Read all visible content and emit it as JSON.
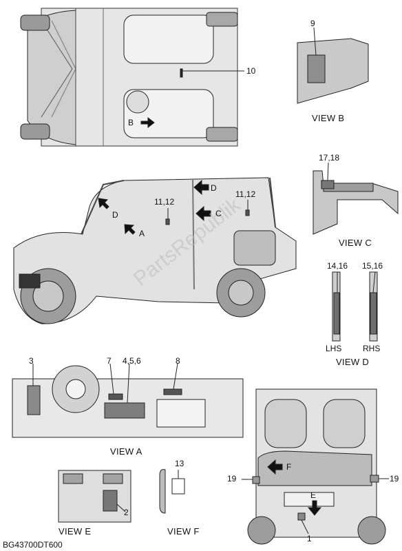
{
  "callouts": {
    "c10": "10",
    "c9": "9",
    "cB": "B",
    "c17_18": "17,18",
    "cD_top": "D",
    "cD_left": "D",
    "c11_12_a": "11,12",
    "c11_12_b": "11,12",
    "cC": "C",
    "cA": "A",
    "c14_16": "14,16",
    "c15_16": "15,16",
    "c3": "3",
    "c7": "7",
    "c4_5_6": "4,5,6",
    "c8": "8",
    "c13": "13",
    "c2": "2",
    "c19_left": "19",
    "c19_right": "19",
    "cF": "F",
    "cE": "E",
    "c1": "1"
  },
  "views": {
    "view_b": "VIEW B",
    "view_c": "VIEW C",
    "view_d": "VIEW D",
    "view_a": "VIEW A",
    "view_e": "VIEW E",
    "view_f": "VIEW F",
    "lhs": "LHS",
    "rhs": "RHS"
  },
  "watermark": "PartsRepublik",
  "drawing_code": "BG43700DT600"
}
